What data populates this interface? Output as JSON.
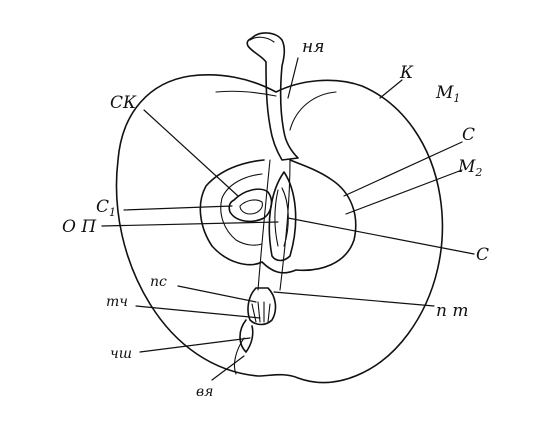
{
  "labels": {
    "nya": "ня",
    "k": "К",
    "m1": "М",
    "m1_sub": "1",
    "sk": "СК",
    "s_upper": "С",
    "m2": "М",
    "m2_sub": "2",
    "s1": "С",
    "s1_sub": "1",
    "op": "О П",
    "s_lower": "С",
    "ps": "пс",
    "pt": "п т",
    "tch": "тч",
    "chsh": "чш",
    "vya": "вя"
  }
}
